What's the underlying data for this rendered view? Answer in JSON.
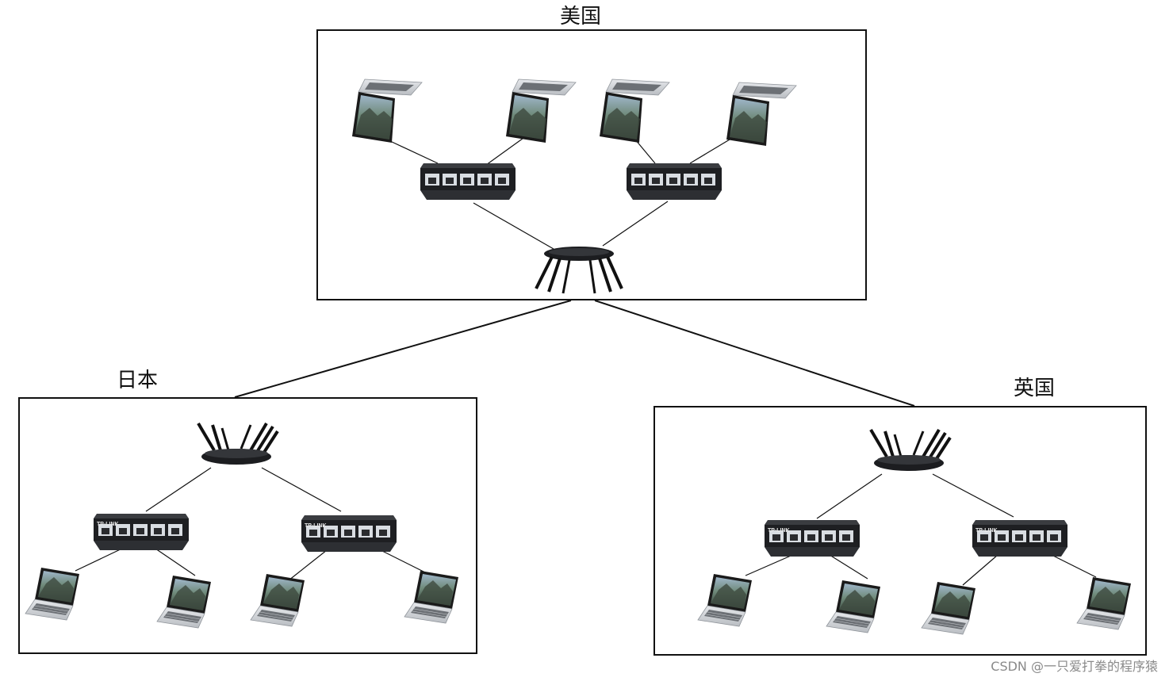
{
  "regions": {
    "usa": {
      "label": "美国"
    },
    "japan": {
      "label": "日本"
    },
    "uk": {
      "label": "英国"
    }
  },
  "device_text": {
    "switch_brand": "TP-LINK"
  },
  "watermark": "CSDN @一只爱打拳的程序猿",
  "colors": {
    "line": "#111111",
    "device_body": "#1e1f22",
    "device_top": "#3a3c40",
    "port": "#d9dde2",
    "laptop_frame": "#1a1a1a",
    "laptop_screen_sky": "#b7c9d8",
    "laptop_screen_mountain": "#4a5a4a",
    "laptop_base": "#cfd2d6"
  }
}
